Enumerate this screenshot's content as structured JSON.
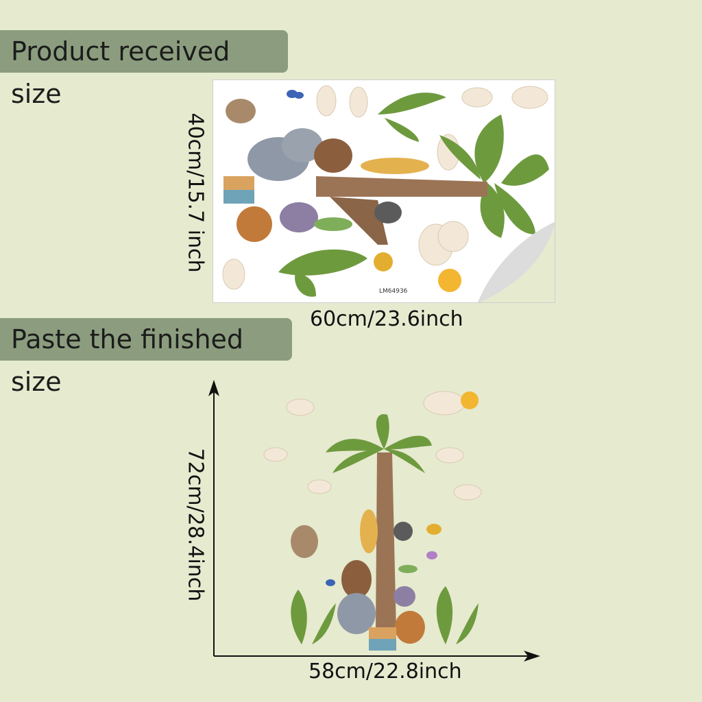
{
  "received": {
    "title": "Product received size",
    "width_label": "60cm/23.6inch",
    "height_label": "40cm/15.7 inch",
    "code": "LM64936"
  },
  "finished": {
    "title": "Paste the finished size",
    "width_label": "58cm/22.8inch",
    "height_label": "72cm/28.4inch"
  },
  "colors": {
    "background": "#e6eacf",
    "badge": "#8b9d7e",
    "trunk": "#9b7456",
    "leaf": "#6e9a3e",
    "cloud": "#f3e8d8",
    "sun": "#f2b630"
  }
}
